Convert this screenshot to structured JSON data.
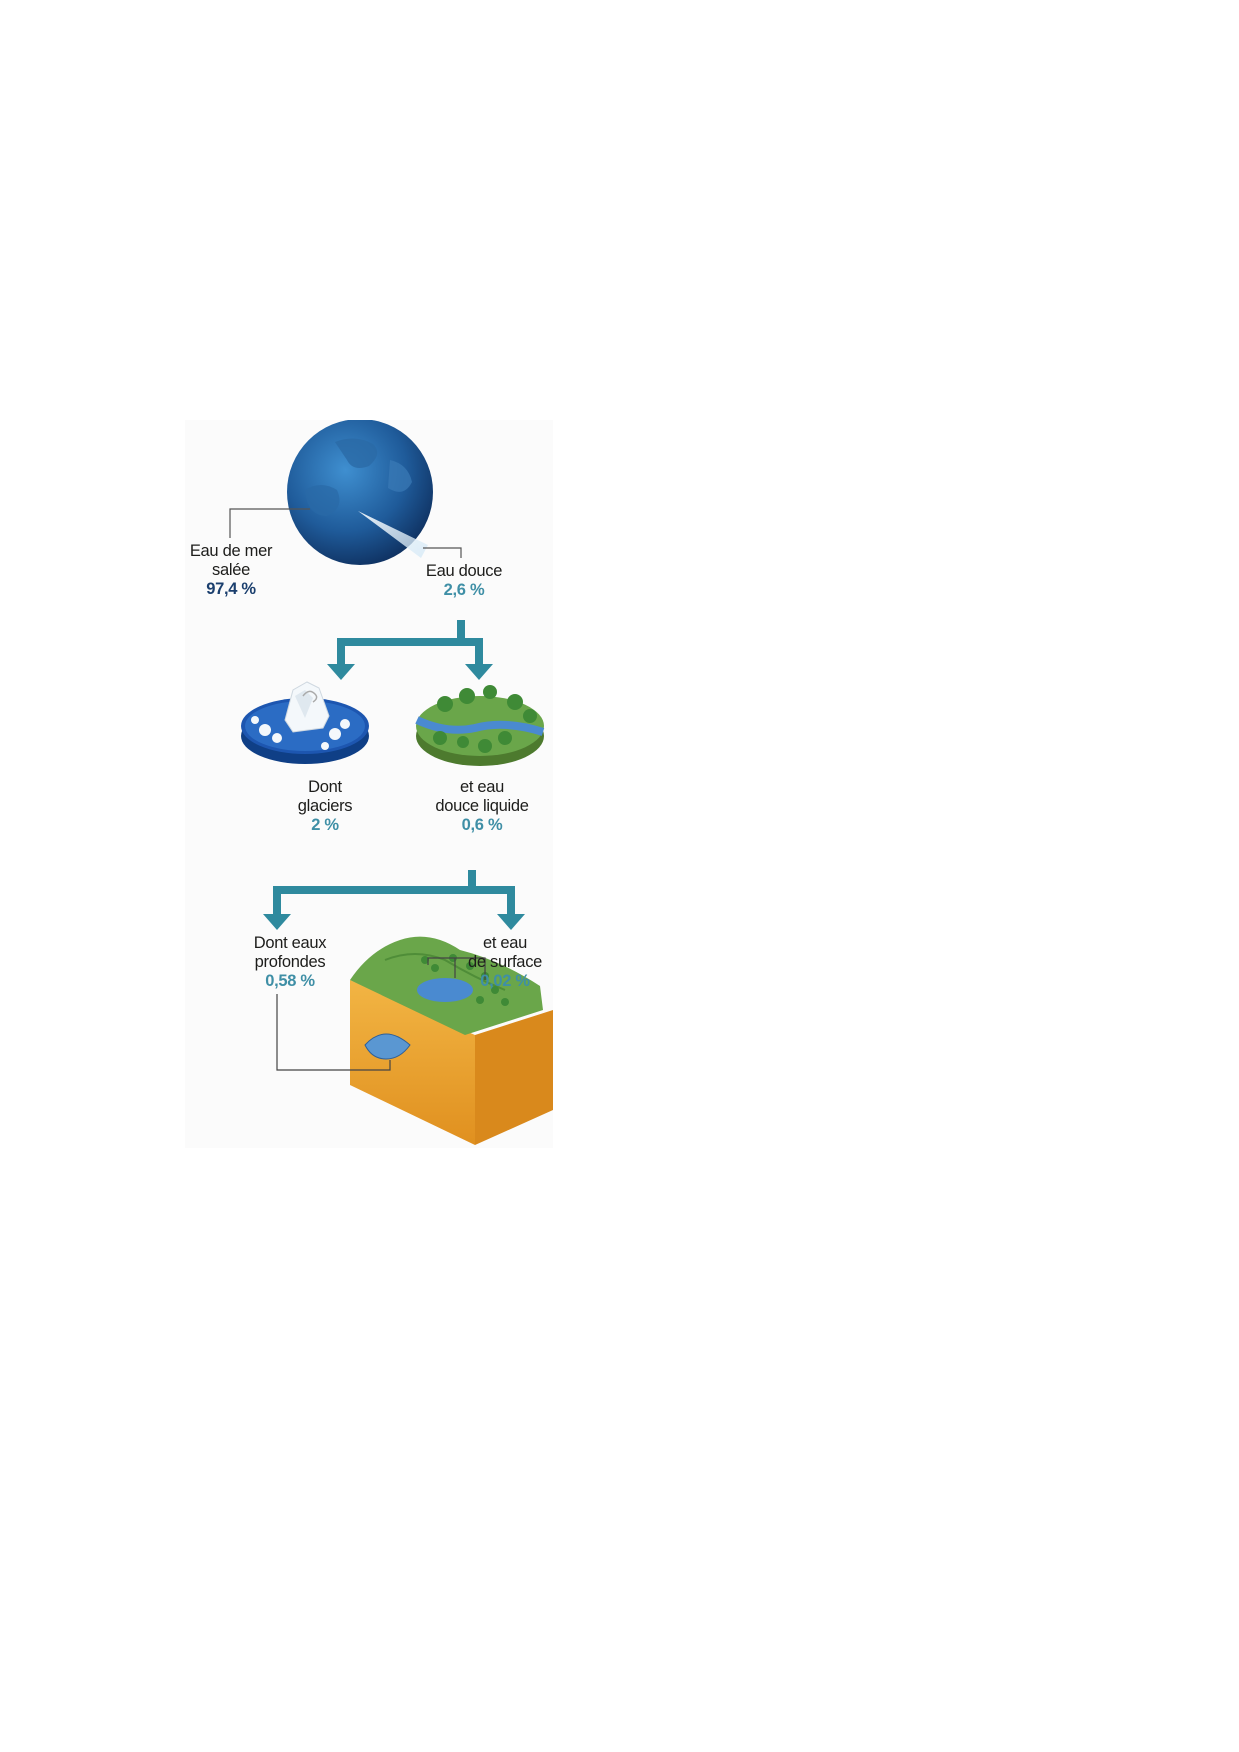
{
  "colors": {
    "arrow": "#2f8a9e",
    "salt_pct": "#1b3f6e",
    "fresh_pct": "#3f8fa6",
    "globe": "#1f5b9a",
    "soil": "#e8a331",
    "grass": "#6aa64a"
  },
  "sea": {
    "line1": "Eau de mer",
    "line2": "salée",
    "pct": "97,4 %"
  },
  "fresh": {
    "line1": "Eau douce",
    "pct": "2,6 %"
  },
  "glaciers": {
    "line1": "Dont",
    "line2": "glaciers",
    "pct": "2 %"
  },
  "liquid": {
    "line1": "et eau",
    "line2": "douce liquide",
    "pct": "0,6 %"
  },
  "deep": {
    "line1": "Dont eaux",
    "line2": "profondes",
    "pct": "0,58 %"
  },
  "surface": {
    "line1": "et eau",
    "line2": "de surface",
    "pct": "0,02 %"
  },
  "icons": [
    "earth-globe-icon",
    "glacier-disc-icon",
    "forest-river-disc-icon",
    "soil-block-icon"
  ]
}
